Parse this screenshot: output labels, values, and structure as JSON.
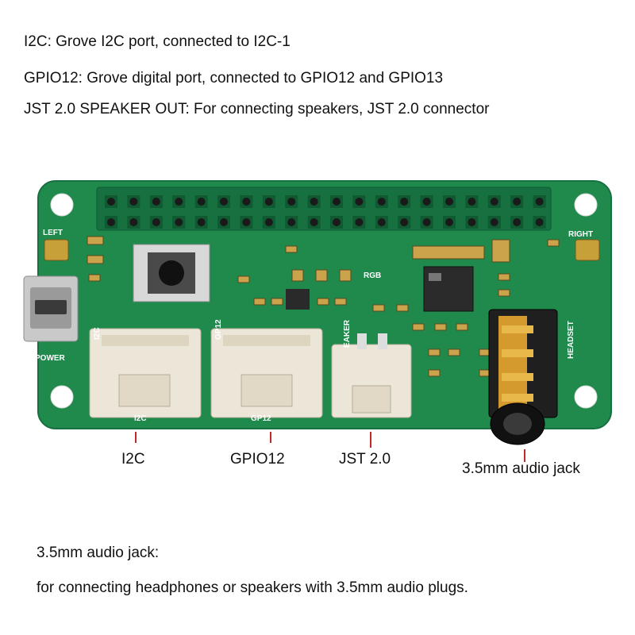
{
  "description_lines": {
    "i2c": "I2C: Grove I2C port, connected to I2C-1",
    "gpio12": "GPIO12: Grove digital port, connected to GPIO12 and GPIO13",
    "jst": "JST 2.0 SPEAKER OUT: For connecting speakers, JST 2.0 connector"
  },
  "callouts": {
    "i2c": "I2C",
    "gpio12": "GPIO12",
    "jst": "JST 2.0",
    "audio_jack": "3.5mm audio jack"
  },
  "footer": {
    "title": "3.5mm audio jack:",
    "text": "for connecting headphones or speakers with 3.5mm audio plugs."
  },
  "silkscreen": {
    "left": "LEFT",
    "right": "RIGHT",
    "power": "POWER",
    "rgb": "RGB",
    "headset": "HEADSET",
    "i2c_side": "I2C",
    "i2c_bottom": "I2C",
    "gp12_side": "GP12",
    "gp12_bottom": "GP12",
    "speaker_side": "EAKER"
  },
  "colors": {
    "pcb": "#1f8a4c",
    "callout_tick": "#c0282a"
  }
}
